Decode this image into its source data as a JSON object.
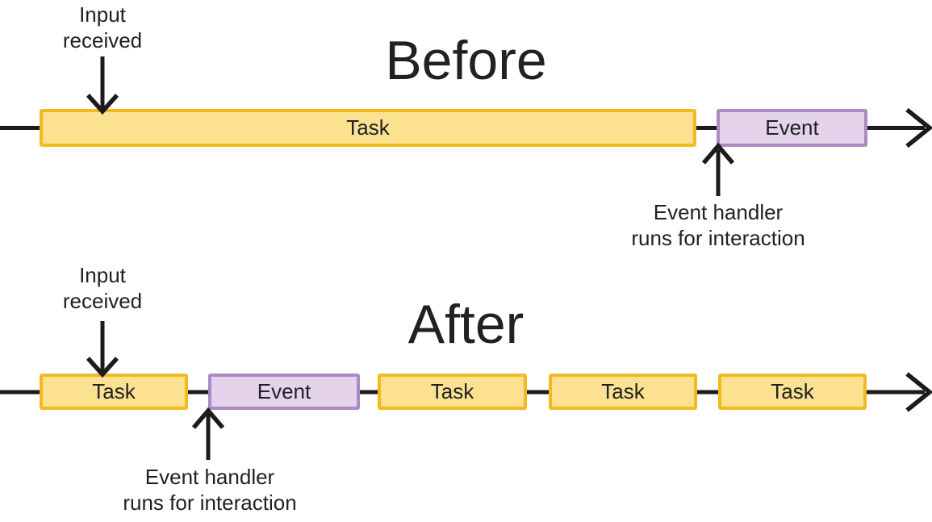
{
  "colors": {
    "task_fill": "#FCE190",
    "task_border": "#F3BA1F",
    "event_fill": "#E5D3EC",
    "event_border": "#A98AC5",
    "stroke": "#1B1B1B",
    "text": "#202124"
  },
  "before": {
    "title": "Before",
    "input_annotation": "Input\nreceived",
    "handler_annotation": "Event handler\nruns for interaction",
    "segments": [
      {
        "type": "task",
        "label": "Task"
      },
      {
        "type": "event",
        "label": "Event"
      }
    ]
  },
  "after": {
    "title": "After",
    "input_annotation": "Input\nreceived",
    "handler_annotation": "Event handler\nruns for interaction",
    "segments": [
      {
        "type": "task",
        "label": "Task"
      },
      {
        "type": "event",
        "label": "Event"
      },
      {
        "type": "task",
        "label": "Task"
      },
      {
        "type": "task",
        "label": "Task"
      },
      {
        "type": "task",
        "label": "Task"
      }
    ]
  }
}
